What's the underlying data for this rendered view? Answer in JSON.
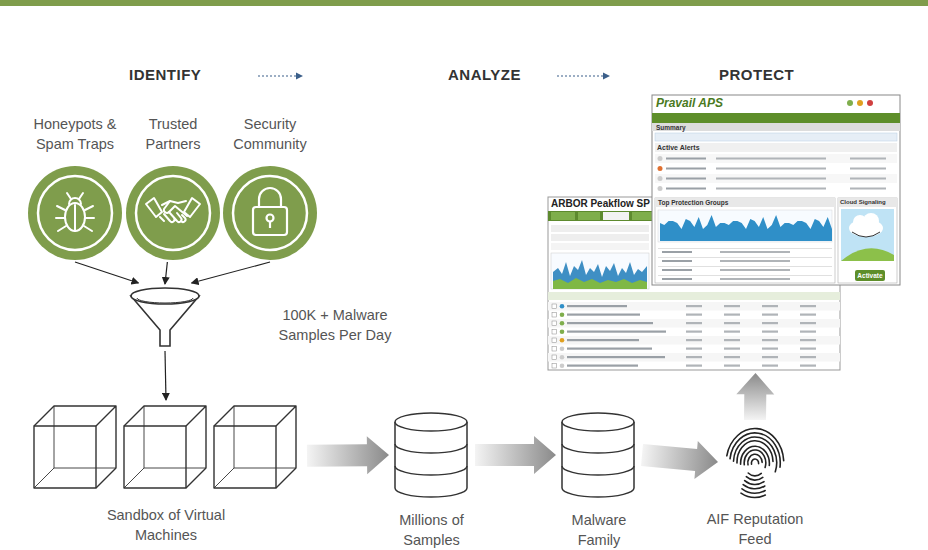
{
  "diagram": {
    "nodes": [
      {
        "text": [
          "Honeypots & Spam Traps"
        ]
      },
      {
        "text": [
          "Trusted Partners"
        ]
      },
      {
        "text": [
          "Security Community"
        ]
      },
      {
        "text": [
          "100K + Malware Samples Per Day"
        ]
      },
      {
        "text": [
          "Sandbox of Virtual Machines"
        ]
      },
      {
        "text": [
          "Millions of Samples"
        ]
      },
      {
        "text": [
          "Malware Family"
        ]
      },
      {
        "text": [
          "AIF Reputation Feed"
        ]
      },
      {
        "text": [
          "ARBOR Peakflow SP"
        ]
      },
      {
        "text": [
          "Pravail APS",
          "Summary",
          "Active Alerts",
          "Top Protection Groups",
          "Cloud Signaling",
          "Activate"
        ]
      }
    ],
    "edges": [
      {
        "from": 0,
        "to": 3,
        "arrow": "to"
      },
      {
        "from": 1,
        "to": 3,
        "arrow": "to"
      },
      {
        "from": 2,
        "to": 3,
        "arrow": "to"
      },
      {
        "from": 3,
        "to": 4,
        "arrow": "to"
      },
      {
        "from": 4,
        "to": 5,
        "arrow": "to"
      },
      {
        "from": 5,
        "to": 6,
        "arrow": "to"
      },
      {
        "from": 6,
        "to": 7,
        "arrow": "to"
      },
      {
        "from": 7,
        "to": 8,
        "arrow": "to"
      }
    ],
    "labels": [
      "IDENTIFY",
      "ANALYZE",
      "PROTECT"
    ]
  }
}
